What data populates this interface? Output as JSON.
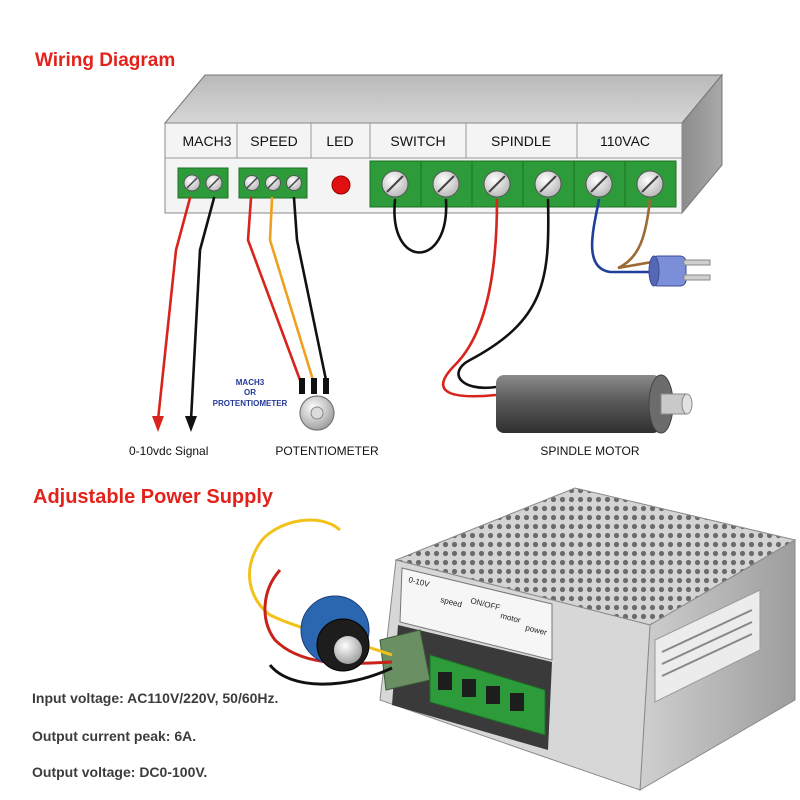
{
  "wiring_title": "Wiring Diagram",
  "psu_title": "Adjustable Power Supply",
  "terminals": {
    "mach3": "MACH3",
    "speed": "SPEED",
    "led": "LED",
    "switch": "SWITCH",
    "spindle": "SPINDLE",
    "ac": "110VAC"
  },
  "signal_label": "0-10vdc Signal",
  "pot_note_line1": "MACH3",
  "pot_note_line2": "OR",
  "pot_note_line3": "PROTENTIOMETER",
  "potentiometer_label": "POTENTIOMETER",
  "motor_label": "SPINDLE MOTOR",
  "panel_labels": {
    "voltage": "0-10V",
    "speed": "speed",
    "onoff": "ON/OFF",
    "motor": "motor",
    "power": "power"
  },
  "specs": [
    "Input voltage: AC110V/220V, 50/60Hz.",
    "Output current peak: 6A.",
    "Output voltage: DC0-100V."
  ],
  "colors": {
    "heading": "#e3231b",
    "terminal_green": "#2e9b3a",
    "wire_red": "#d8241c",
    "wire_black": "#111111",
    "wire_orange": "#f0a020",
    "wire_blue": "#1f3f9a",
    "wire_brown": "#9b6a35",
    "led_red": "#e01010"
  }
}
